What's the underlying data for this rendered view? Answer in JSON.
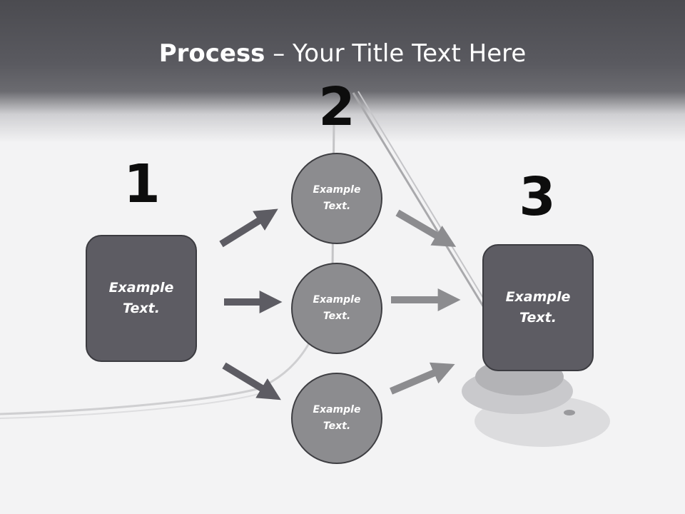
{
  "title": {
    "bold": "Process",
    "rest": " – Your Title Text Here"
  },
  "steps": {
    "one": {
      "number": "1",
      "label": "Example Text."
    },
    "two": {
      "number": "2",
      "items": [
        {
          "label": "Example Text."
        },
        {
          "label": "Example Text."
        },
        {
          "label": "Example Text."
        }
      ]
    },
    "three": {
      "number": "3",
      "label": "Example Text."
    }
  },
  "colors": {
    "header": "#4b4b50",
    "box_fill": "#5d5c63",
    "circle_fill": "#8c8c8f",
    "arrow_dark": "#5d5c63",
    "arrow_light": "#8c8c8f",
    "background": "#f3f3f4"
  }
}
